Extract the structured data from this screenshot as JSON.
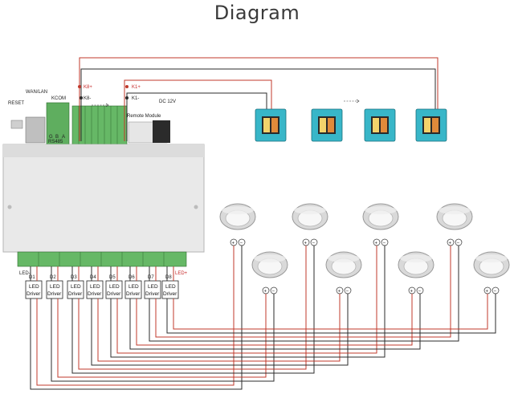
{
  "title": "Diagram",
  "board": {
    "reset": "RESET",
    "wan_lan": "WAN/LAN",
    "kcom": "KCOM",
    "kcom_pins": [
      "G",
      "B",
      "A"
    ],
    "rs485": "RS485",
    "remote_module": "Remote  Module",
    "dc": "DC 12V",
    "k8_plus": "K8+",
    "k8_minus": "K8-",
    "k1_plus": "K1+",
    "k1_minus": "K1-",
    "led_minus": "LED-",
    "led_plus": "LED+"
  },
  "channels": [
    "D1",
    "D2",
    "D3",
    "D4",
    "D5",
    "D6",
    "D7",
    "D8"
  ],
  "driver": {
    "line1": "LED",
    "line2": "Driver"
  },
  "lamp_plus": "+",
  "lamp_minus": "−",
  "colors": {
    "red_wire": "#c0392b",
    "dark_wire": "#2b2b2b",
    "switch_plate": "#38b6c8"
  }
}
